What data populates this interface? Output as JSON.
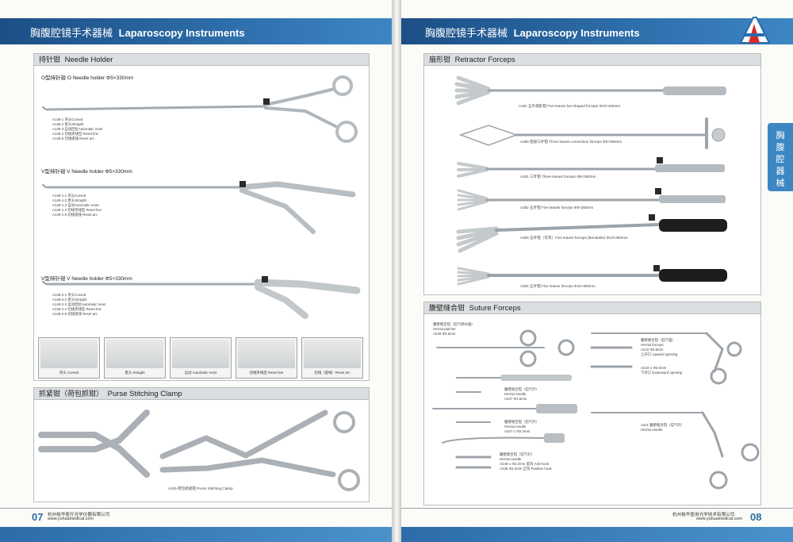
{
  "left": {
    "header_cn": "胸腹腔镜手术器械",
    "header_en": "Laparoscopy Instruments",
    "needle_section_cn": "持针钳",
    "needle_section_en": "Needle Holder",
    "o_holder": "O型持针钳 O Needle holder Φ5×330mm",
    "o_codes": [
      "A149-1 弯头Curved",
      "A149-2 直头Straight",
      "A149-3 自动回位Automatic reset",
      "A149-4 切线夹线型 Reset line",
      "A149-5 切线提线 Reset arc"
    ],
    "v_holder": "V型持针钳 V Needle holder Φ5×330mm",
    "v_codes": [
      "A149-1-1 弯头Curved",
      "A149-1-2 直头Straight",
      "A149-1-3 自动Automatic reset",
      "A149-1-4 切线夹线型 Reset line",
      "A149-1-5 切线提线 Reset arc"
    ],
    "v_holder_2": "V型持针钳 V Needle holder Φ5×330mm",
    "v2_codes": [
      "A149-2-1 弯头Curved",
      "A149-2-2 直头Straight",
      "A149-2-3 自动回位Automatic reset",
      "A149-2-4 切线夹线型 Reset line",
      "A149-2-5 切线提线 Reset arc"
    ],
    "tips": [
      "弯头 Curved",
      "直头 Straight",
      "自动 Automatic reset",
      "切线夹线型 Reset line",
      "切线（提线）Reset arc"
    ],
    "purse_section_cn": "抓紧钳（荷包抓钳）",
    "purse_section_en": "Purse Stitching Clamp",
    "purse_caption": "A249 荷包抓紧钳 Purse Stitching Clamp",
    "page_no": "07",
    "company": "杭州裕华医疗光学仪器有限公司",
    "url": "www.yuhuamedical.com"
  },
  "right": {
    "header_cn": "胸腹腔镜手术器械",
    "header_en": "Laparoscopy Instruments",
    "retractor_cn": "扇形钳",
    "retractor_en": "Retractor Forceps",
    "retractors": [
      "A191 五叶扇形钳 Five leaves fan-shaped forceps Φ10×320mm",
      "A280 连接三叶钳 Three leaves connection forceps Φ5×350mm",
      "A281 三叶钳 Three leaves forceps Φ5×350mm",
      "A282 五叶钳 Five leaves forceps Φ5×350mm",
      "A283 五叶钳（可弯）Five leaves forceps (Bendable) Φ10×350mm",
      "A284 五叶钳 Five leaves forceps Φ10×350mm"
    ],
    "suture_cn": "腹壁缝合钳",
    "suture_en": "Suture Forceps",
    "suture_labels": {
      "patcher": [
        "腹壁缝合钳（疝气修补器）",
        "Hernia patcher",
        "A239 Φ2.5mm"
      ],
      "needle1": [
        "腹壁缝合钳（疝气针）",
        "Hernia needle",
        "A247 Φ1.5mm"
      ],
      "needle2": [
        "腹壁缝合钳（疝气针）",
        "Hernia needle",
        "A247-1 Φ2.3mm"
      ],
      "needle3": [
        "腹壁缝合钳（疝气针）",
        "Hernia needle",
        "A248-1 Φ2.2mm 反钩 Anti-hook",
        "A248 Φ2.2mm 正钩 Positive hook"
      ],
      "forceps": [
        "腹壁缝合钳（疝气钳）",
        "Hernia forceps",
        "A210 Φ2.5mm",
        "上开口 Upward opening"
      ],
      "forceps2": [
        "A210-1 Φ2.5mm",
        "下开口 Downward opening"
      ],
      "needle4": [
        "A211 腹壁缝合钳（疝气针）",
        "Hernia needle"
      ]
    },
    "side_tab": [
      "胸",
      "腹",
      "腔",
      "器",
      "械"
    ],
    "page_no": "08",
    "company": "杭州裕华医用光学技术有限公司",
    "url": "www.yuhuamedical.com"
  },
  "colors": {
    "brand_blue": "#2c6ca8",
    "logo_red": "#d42a2a",
    "steel": "#9ca3a9"
  }
}
